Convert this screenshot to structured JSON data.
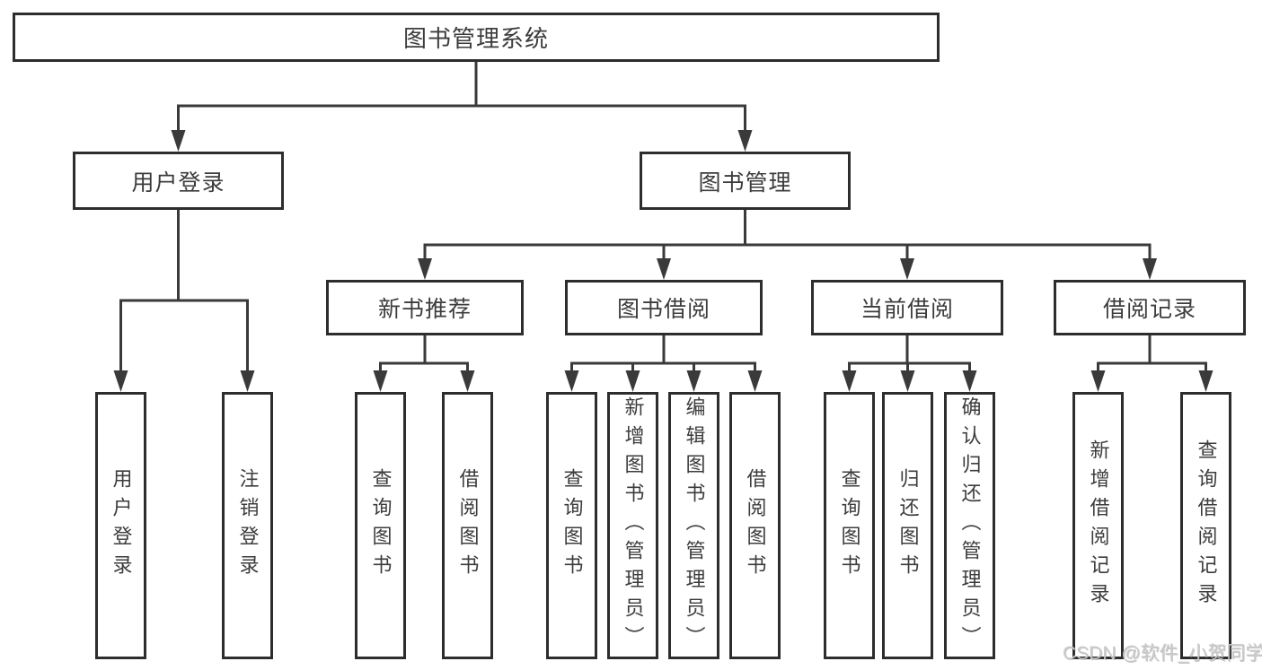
{
  "diagram_title": "图书管理系统",
  "tree": {
    "label": "图书管理系统",
    "children": [
      {
        "label": "用户登录",
        "children": [
          {
            "label": "用户登录"
          },
          {
            "label": "注销登录"
          }
        ]
      },
      {
        "label": "图书管理",
        "children": [
          {
            "label": "新书推荐",
            "children": [
              {
                "label": "查询图书"
              },
              {
                "label": "借阅图书"
              }
            ]
          },
          {
            "label": "图书借阅",
            "children": [
              {
                "label": "查询图书"
              },
              {
                "label": "新增图书（管理员）"
              },
              {
                "label": "编辑图书（管理员）"
              },
              {
                "label": "借阅图书"
              }
            ]
          },
          {
            "label": "当前借阅",
            "children": [
              {
                "label": "查询图书"
              },
              {
                "label": "归还图书"
              },
              {
                "label": "确认归还（管理员）"
              }
            ]
          },
          {
            "label": "借阅记录",
            "children": [
              {
                "label": "新增借阅记录"
              },
              {
                "label": "查询借阅记录"
              }
            ]
          }
        ]
      }
    ]
  },
  "watermark": {
    "text": "CSDN @软件_小贺同学"
  },
  "colors": {
    "background": "#ffffff",
    "box_border": "#2d2d2d",
    "connector_line": "#3a3a3a",
    "text": "#3c3c3c",
    "watermark_text": "#c9c9c9"
  }
}
